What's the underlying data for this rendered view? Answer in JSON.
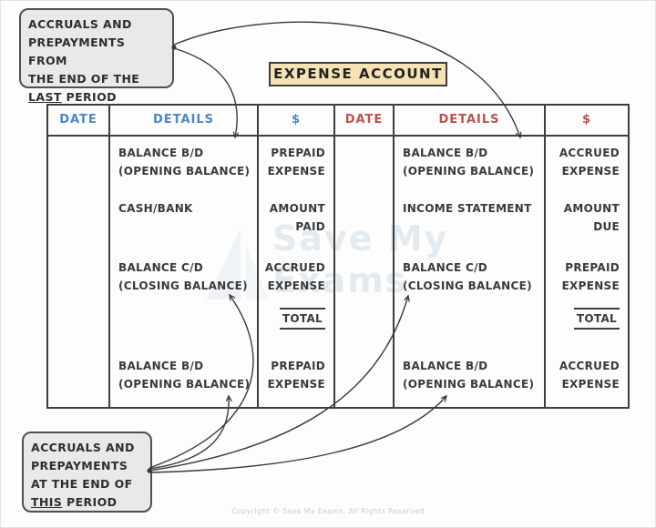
{
  "title": {
    "text": "EXPENSE ACCOUNT"
  },
  "callout_top": {
    "line1": "ACCRUALS AND",
    "line2": "PREPAYMENTS FROM",
    "line3": "THE END OF THE",
    "line4_emphasis": "LAST",
    "line4_rest": " PERIOD"
  },
  "callout_bottom": {
    "line1": "ACCRUALS AND",
    "line2": "PREPAYMENTS",
    "line3": "AT THE END OF",
    "line4_emphasis": "THIS",
    "line4_rest": " PERIOD"
  },
  "table": {
    "left": {
      "headers": {
        "date": "DATE",
        "details": "DETAILS",
        "amount": "$"
      },
      "details_rows": [
        [
          "BALANCE B/D",
          "(OPENING BALANCE)"
        ],
        [
          "CASH/BANK"
        ],
        [
          "BALANCE C/D",
          "(CLOSING BALANCE)"
        ],
        [
          "BALANCE B/D",
          "(OPENING BALANCE)"
        ]
      ],
      "amount_rows": [
        [
          "PREPAID",
          "EXPENSE"
        ],
        [
          "AMOUNT",
          "PAID"
        ],
        [
          "ACCRUED",
          "EXPENSE"
        ],
        [
          "PREPAID",
          "EXPENSE"
        ]
      ],
      "total": "TOTAL"
    },
    "right": {
      "headers": {
        "date": "DATE",
        "details": "DETAILS",
        "amount": "$"
      },
      "details_rows": [
        [
          "BALANCE B/D",
          "(OPENING BALANCE)"
        ],
        [
          "INCOME STATEMENT"
        ],
        [
          "BALANCE C/D",
          "(CLOSING BALANCE)"
        ],
        [
          "BALANCE B/D",
          "(OPENING BALANCE)"
        ]
      ],
      "amount_rows": [
        [
          "ACCRUED",
          "EXPENSE"
        ],
        [
          "AMOUNT",
          "DUE"
        ],
        [
          "PREPAID",
          "EXPENSE"
        ],
        [
          "ACCRUED",
          "EXPENSE"
        ]
      ],
      "total": "TOTAL"
    }
  },
  "watermark": {
    "line1": "Save My",
    "line2": "Exams"
  },
  "footer": {
    "copyright": "Copyright © Save My Exams. All Rights Reserved"
  },
  "colors": {
    "header_left": "#4d87c7",
    "header_right": "#c0504a",
    "title_background": "#f6e2b3",
    "callout_background": "#e9e9e9",
    "line": "#3d3d3d"
  }
}
